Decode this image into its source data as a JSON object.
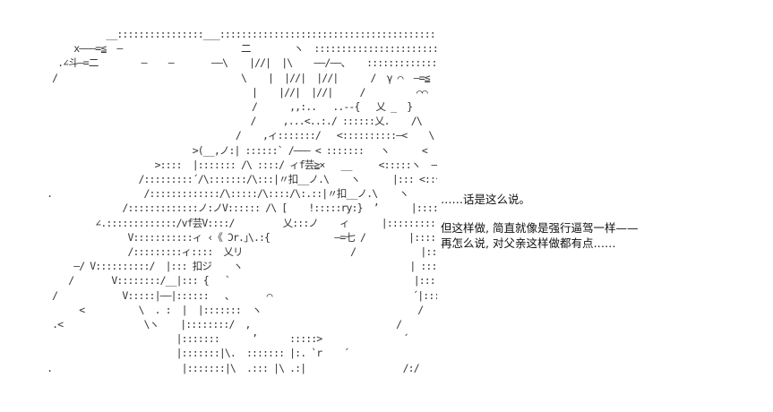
{
  "ascii_art": "               __::::::::::::::::___::::::::::::::::::::::::::::::::::::::::::::::  \\\n         x———=≦  ―                      二        ヽ  :::::::::::::::::::::::::::::::::::::::  \\\n      .∠斗—=二        ―    ―       ――\\    |//|  |\\    ――/――、   ::::::::::::::::_:..\\\n     /                                  \\    |  |//|  |//|      /  γ ⌒  ―=≦    \\\n                                          |    |//|  |//|     /   　  　 ⌒⌒\n                                          /      ,,:..   ..--{   乂 _  }\n                                        　/     ,...<..:./ ::::::乂.    /\\\n                                       /    ,ィ:::::::/   <::::::::::—<    \\\n                               >(__,ノ:| ::::::` /——— < :::::::   ヽ      <\n                        >::::  |::::::: /\\ ::::/ ィf芸≧×   __     <:::::ヽ  ――  <\n                     /:::::::::´/\\:::::::/\\:::|〃扣__ノ.\\    ヽ      |::: <::ーー|ー―\n    .                 /:::::::::::::/\\:::::/\\::::/\\:.::|〃扣__ノ.\\    ヽ      |:: <::ーー|\n                  /:::::::::::::ノ:ノV:::::: /\\ [    !:::::ry:}  ’      |:::::::::::|:::::::\n             ∠.:::::::::::::/vf芸V::::/         乂:::ノ    ィ      |:::::::::::|:::::::\n                   V:::::::::::ィ ‹《 Ɔr.｣\\.:{            ―=七 /        |:::::::::::|:::::::\n                   /:::::::::ィ::::  乂リ                    /            |:::::::::::::从:::::\n         ―/ V::::::::::/  |::: 扣ジ    ヽ                               | :::::::::  /:::\\:::\n        /       V::::::::/__|::: {   `                                  |::::::::::/:::::::::  ヽ\n     /            V:::::|――|::::::   、      ⌒                          ´|::::::  /\\::::::::::\n          <          \\  . :  |  |:::::::  ヽ                             /     |::::::/:::: \\:::::::\n     .<               \\ヽ    |::::::::/  ,                           /           /::::/ /::::::::: \\.\n                            |:::::::      ’      :::::>               ´                 /:::: ィ:::::::::::人  >\n                            |:::::::|\\.  ::::::: |:. `r    ´                   /:::/     V::::::::::/\\\n    .                        |:::::::|\\  .::: |\\ .:|                  /:/            V::::::::::::/\\",
  "dialogue": {
    "line1": "……话是这么说。",
    "line2": "但这样做, 简直就像是强行逼驾一样——",
    "line3": "再怎么说, 对父亲这样做都有点……"
  }
}
